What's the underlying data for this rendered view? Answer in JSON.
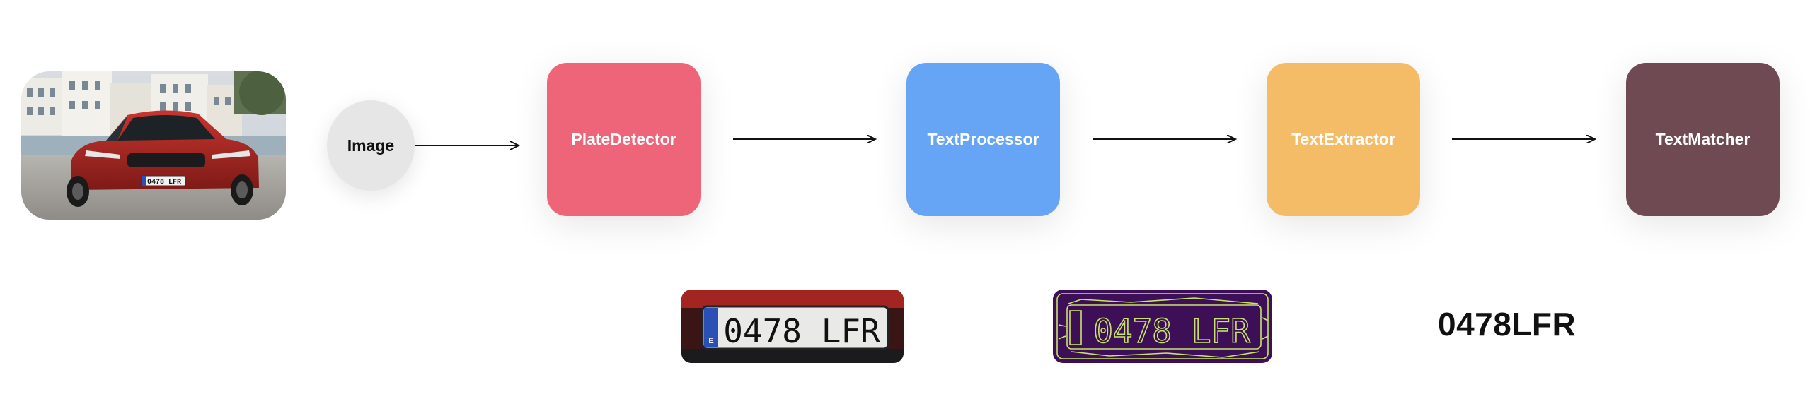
{
  "input_node": {
    "label": "Image"
  },
  "nodes": [
    {
      "label": "PlateDetector",
      "color": "#ee6479"
    },
    {
      "label": "TextProcessor",
      "color": "#66a4f6"
    },
    {
      "label": "TextExtractor",
      "color": "#f5bc68"
    },
    {
      "label": "TextMatcher",
      "color": "#6f4a53"
    }
  ],
  "car_photo": {
    "plate_text": "0478 LFR"
  },
  "plate_crop": {
    "country_code": "E",
    "text": "0478 LFR"
  },
  "edge_crop": {
    "text": "0478 LFR"
  },
  "result": {
    "text": "0478LFR"
  }
}
